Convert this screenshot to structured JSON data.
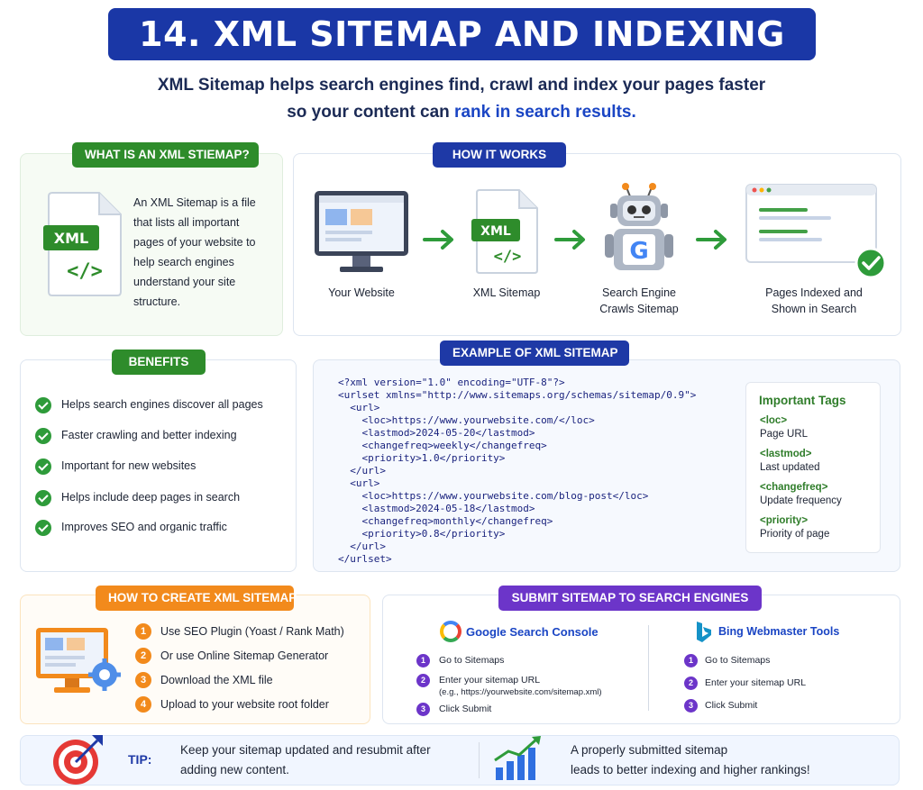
{
  "header": {
    "title": "14. XML SITEMAP AND INDEXING",
    "subtitle_line1": "XML Sitemap helps search engines find, crawl and index your pages faster",
    "subtitle_line2_prefix": "so your content can ",
    "subtitle_line2_highlight": "rank in search results."
  },
  "what_is": {
    "heading": "WHAT IS AN XML STIEMAP?",
    "icon_label": "XML",
    "icon_code": "</>",
    "lines": [
      "An XML Sitemap is a file",
      "that lists all important",
      "pages of your website to",
      "help search engines",
      "understand your site",
      "structure."
    ]
  },
  "how_it_works": {
    "heading": "HOW IT WORKS",
    "doc_label": "XML",
    "doc_code": "</>",
    "robot_letter": "G",
    "steps": [
      {
        "line1": "Your Website",
        "line2": ""
      },
      {
        "line1": "XML Sitemap",
        "line2": ""
      },
      {
        "line1": "Search Engine",
        "line2": "Crawls Sitemap"
      },
      {
        "line1": "Pages Indexed and",
        "line2": "Shown in Search"
      }
    ]
  },
  "benefits": {
    "heading": "BENEFITS",
    "items": [
      "Helps search engines discover all pages",
      "Faster crawling and better indexing",
      "Important for new websites",
      "Helps include deep pages in search",
      "Improves SEO and organic traffic"
    ]
  },
  "example": {
    "heading": "EXAMPLE OF XML SITEMAP",
    "code": [
      "<?xml version=\"1.0\" encoding=\"UTF-8\"?>",
      "<urlset xmlns=\"http://www.sitemaps.org/schemas/sitemap/0.9\">",
      "  <url>",
      "    <loc>https://www.yourwebsite.com/</loc>",
      "    <lastmod>2024-05-20</lastmod>",
      "    <changefreq>weekly</changefreq>",
      "    <priority>1.0</priority>",
      "  </url>",
      "  <url>",
      "    <loc>https://www.yourwebsite.com/blog-post</loc>",
      "    <lastmod>2024-05-18</lastmod>",
      "    <changefreq>monthly</changefreq>",
      "    <priority>0.8</priority>",
      "  </url>",
      "</urlset>"
    ],
    "tags_heading": "Important Tags",
    "tags": [
      {
        "tag": "<loc>",
        "desc": "Page URL"
      },
      {
        "tag": "<lastmod>",
        "desc": "Last updated"
      },
      {
        "tag": "<changefreq>",
        "desc": "Update frequency"
      },
      {
        "tag": "<priority>",
        "desc": "Priority of page"
      }
    ]
  },
  "how_to_create": {
    "heading": "HOW TO CREATE XML SITEMAP",
    "steps": [
      {
        "n": "1",
        "text": "Use SEO Plugin (Yoast / Rank Math)"
      },
      {
        "n": "2",
        "text": "Or use Online Sitemap Generator"
      },
      {
        "n": "3",
        "text": "Download the XML file"
      },
      {
        "n": "4",
        "text": "Upload to your website root folder"
      }
    ]
  },
  "submit": {
    "heading": "SUBMIT SITEMAP TO SEARCH ENGINES",
    "google": {
      "name": "Google Search Console",
      "logo_letter": "G",
      "steps": [
        {
          "n": "1",
          "text": "Go to Sitemaps",
          "sub": ""
        },
        {
          "n": "2",
          "text": "Enter your sitemap URL",
          "sub": "(e.g., https://yourwebsite.com/sitemap.xml)"
        },
        {
          "n": "3",
          "text": "Click Submit",
          "sub": ""
        }
      ]
    },
    "bing": {
      "name": "Bing Webmaster Tools",
      "steps": [
        {
          "n": "1",
          "text": "Go to Sitemaps"
        },
        {
          "n": "2",
          "text": "Enter your sitemap URL"
        },
        {
          "n": "3",
          "text": "Click Submit"
        }
      ]
    }
  },
  "tip": {
    "label": "TIP:",
    "line1": "Keep your sitemap updated and resubmit after",
    "line2": "adding new content.",
    "right_line1": "A properly submitted sitemap",
    "right_line2": "leads to better indexing and higher rankings!"
  },
  "colors": {
    "brand_blue": "#1a37a6",
    "green": "#2e8c2b",
    "orange": "#f28a1c",
    "purple": "#6c35c9"
  }
}
